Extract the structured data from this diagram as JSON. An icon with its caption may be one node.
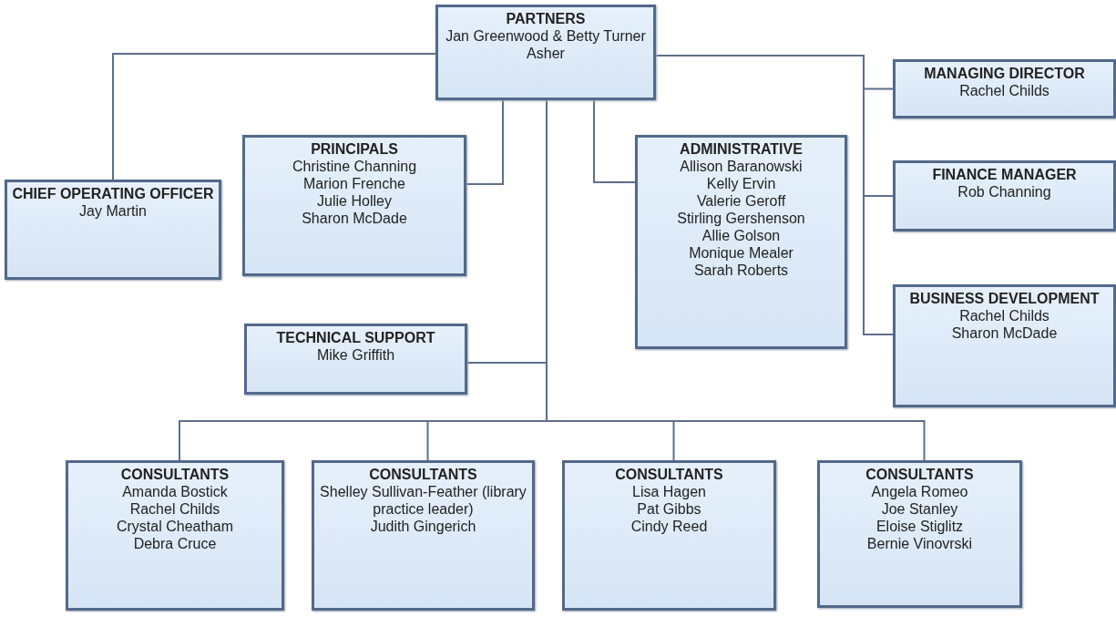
{
  "diagram": {
    "nodes": [
      {
        "text": [
          "PARTNERS",
          "Jan Greenwood & Betty Turner Asher"
        ]
      },
      {
        "text": [
          "CHIEF OPERATING OFFICER",
          "Jay Martin"
        ]
      },
      {
        "text": [
          "PRINCIPALS",
          "Christine Channing",
          "Marion Frenche",
          "Julie Holley",
          "Sharon McDade"
        ]
      },
      {
        "text": [
          "ADMINISTRATIVE",
          "Allison Baranowski",
          "Kelly Ervin",
          "Valerie Geroff",
          "Stirling Gershenson",
          "Allie Golson",
          "Monique Mealer",
          "Sarah Roberts"
        ]
      },
      {
        "text": [
          "MANAGING DIRECTOR",
          "Rachel Childs"
        ]
      },
      {
        "text": [
          "FINANCE MANAGER",
          "Rob Channing"
        ]
      },
      {
        "text": [
          "TECHNICAL SUPPORT",
          "Mike Griffith"
        ]
      },
      {
        "text": [
          "BUSINESS DEVELOPMENT",
          "Rachel Childs",
          "Sharon McDade"
        ]
      },
      {
        "text": [
          "CONSULTANTS",
          "Amanda Bostick",
          "Rachel Childs",
          "Crystal Cheatham",
          "Debra Cruce"
        ]
      },
      {
        "text": [
          "CONSULTANTS",
          "Shelley Sullivan-Feather (library practice leader)",
          "Judith Gingerich"
        ]
      },
      {
        "text": [
          "CONSULTANTS",
          "Lisa Hagen",
          "Pat Gibbs",
          "Cindy Reed"
        ]
      },
      {
        "text": [
          "CONSULTANTS",
          "Angela Romeo",
          "Joe Stanley",
          "Eloise Stiglitz",
          "Bernie Vinovrski"
        ]
      }
    ],
    "edges": [
      {
        "from": 0,
        "to": 1,
        "arrow": "none"
      },
      {
        "from": 0,
        "to": 2,
        "arrow": "none"
      },
      {
        "from": 0,
        "to": 3,
        "arrow": "none"
      },
      {
        "from": 0,
        "to": 4,
        "arrow": "none"
      },
      {
        "from": 0,
        "to": 5,
        "arrow": "none"
      },
      {
        "from": 0,
        "to": 7,
        "arrow": "none"
      },
      {
        "from": 0,
        "to": 6,
        "arrow": "none"
      },
      {
        "from": 0,
        "to": 8,
        "arrow": "none"
      },
      {
        "from": 0,
        "to": 9,
        "arrow": "none"
      },
      {
        "from": 0,
        "to": 10,
        "arrow": "none"
      },
      {
        "from": 0,
        "to": 11,
        "arrow": "none"
      }
    ]
  }
}
